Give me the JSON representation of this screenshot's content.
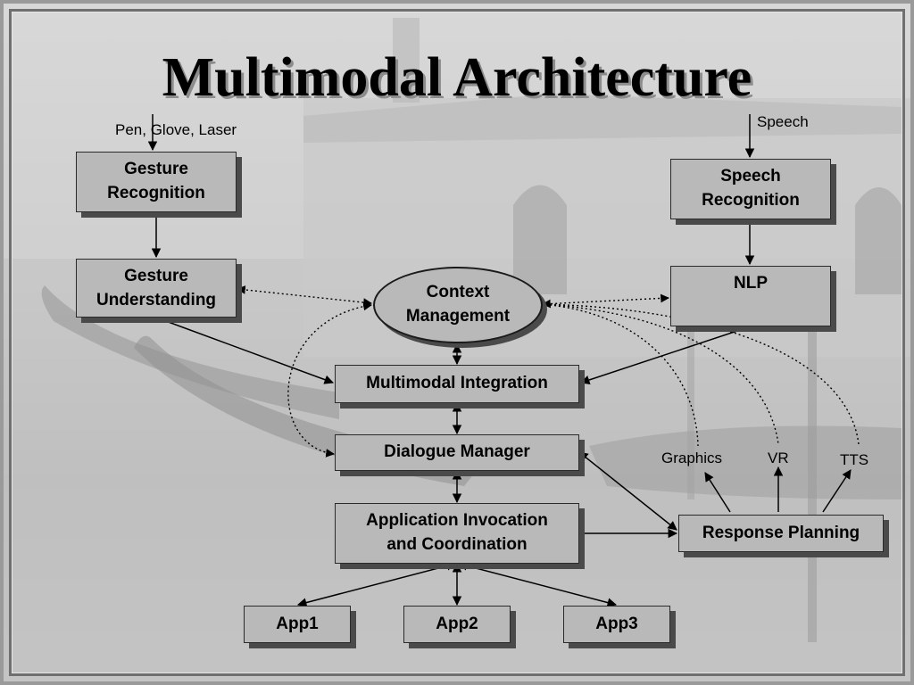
{
  "slide": {
    "title": "Multimodal Architecture"
  },
  "inputs": {
    "gesture_input": "Pen, Glove, Laser",
    "speech_input": "Speech"
  },
  "nodes": {
    "gesture_recognition": "Gesture\nRecognition",
    "gesture_understanding": "Gesture\nUnderstanding",
    "speech_recognition": "Speech\nRecognition",
    "nlp": "NLP",
    "context_management": "Context\nManagement",
    "multimodal_integration": "Multimodal Integration",
    "dialogue_manager": "Dialogue Manager",
    "application_invocation": "Application Invocation\nand Coordination",
    "response_planning": "Response Planning",
    "app1": "App1",
    "app2": "App2",
    "app3": "App3"
  },
  "outputs": {
    "graphics": "Graphics",
    "vr": "VR",
    "tts": "TTS"
  }
}
